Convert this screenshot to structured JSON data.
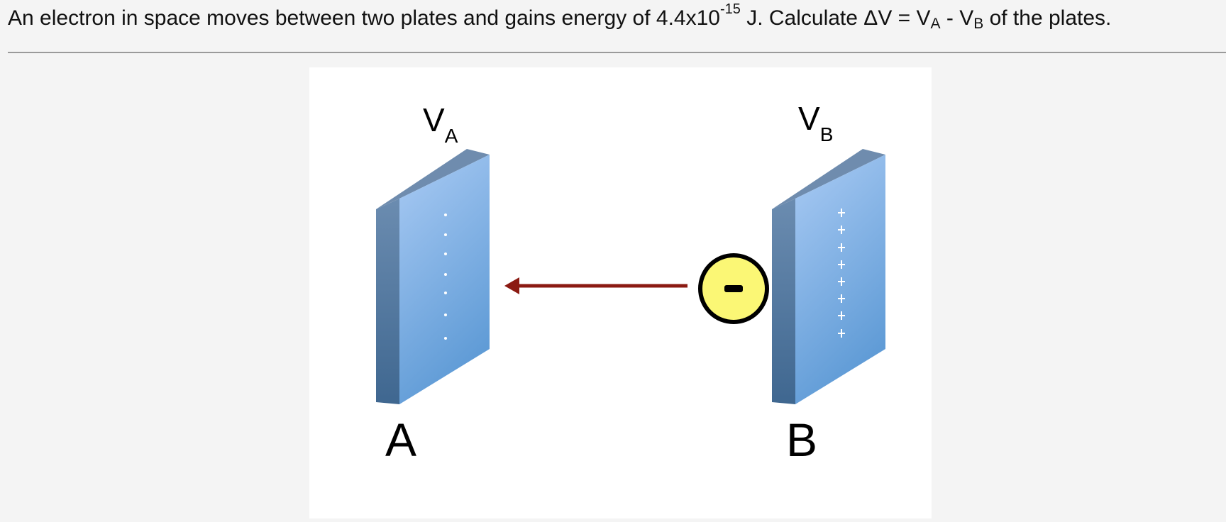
{
  "question": {
    "part1": "An electron in space moves between two plates and gains energy of 4.4x10",
    "exponent": "-15",
    "part2": " J. Calculate ΔV = V",
    "sub_a": "A",
    "part3": " - V",
    "sub_b": "B",
    "part4": " of the plates."
  },
  "diagram": {
    "plate_a": {
      "label": "A",
      "potential_symbol": "V",
      "potential_subscript": "A",
      "charge_sign": "-"
    },
    "plate_b": {
      "label": "B",
      "potential_symbol": "V",
      "potential_subscript": "B",
      "charge_sign": "+"
    },
    "electron": {
      "sign": "-"
    },
    "colors": {
      "plate_face_light": "#aacbf4",
      "plate_face_dark": "#5f9bd6",
      "plate_side": "#587fa6",
      "plate_top": "#6f8cae",
      "arrow": "#8b1a12",
      "electron_fill": "#fbf775"
    }
  }
}
